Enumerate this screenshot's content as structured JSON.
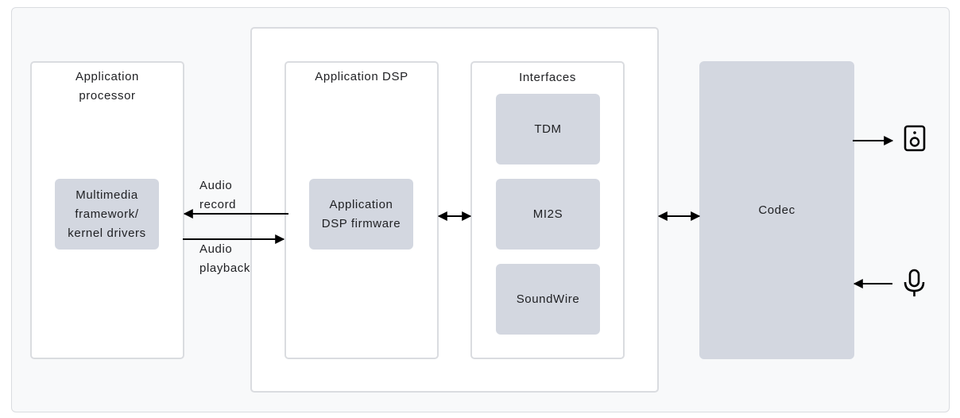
{
  "blocks": {
    "app_processor": {
      "title": "Application\nprocessor",
      "inner": "Multimedia\nframework/\nkernel drivers"
    },
    "app_dsp": {
      "title": "Application DSP",
      "inner": "Application\nDSP firmware"
    },
    "interfaces": {
      "title": "Interfaces",
      "items": [
        "TDM",
        "MI2S",
        "SoundWire"
      ]
    },
    "codec": {
      "label": "Codec"
    }
  },
  "arrow_labels": {
    "record": "Audio\nrecord",
    "playback": "Audio\nplayback"
  },
  "icons": [
    "speaker-icon",
    "microphone-icon"
  ],
  "colors": {
    "outer_bg": "#f8f9fa",
    "border": "#dadce0",
    "box": "#d3d7e0",
    "arrow": "#000000"
  }
}
